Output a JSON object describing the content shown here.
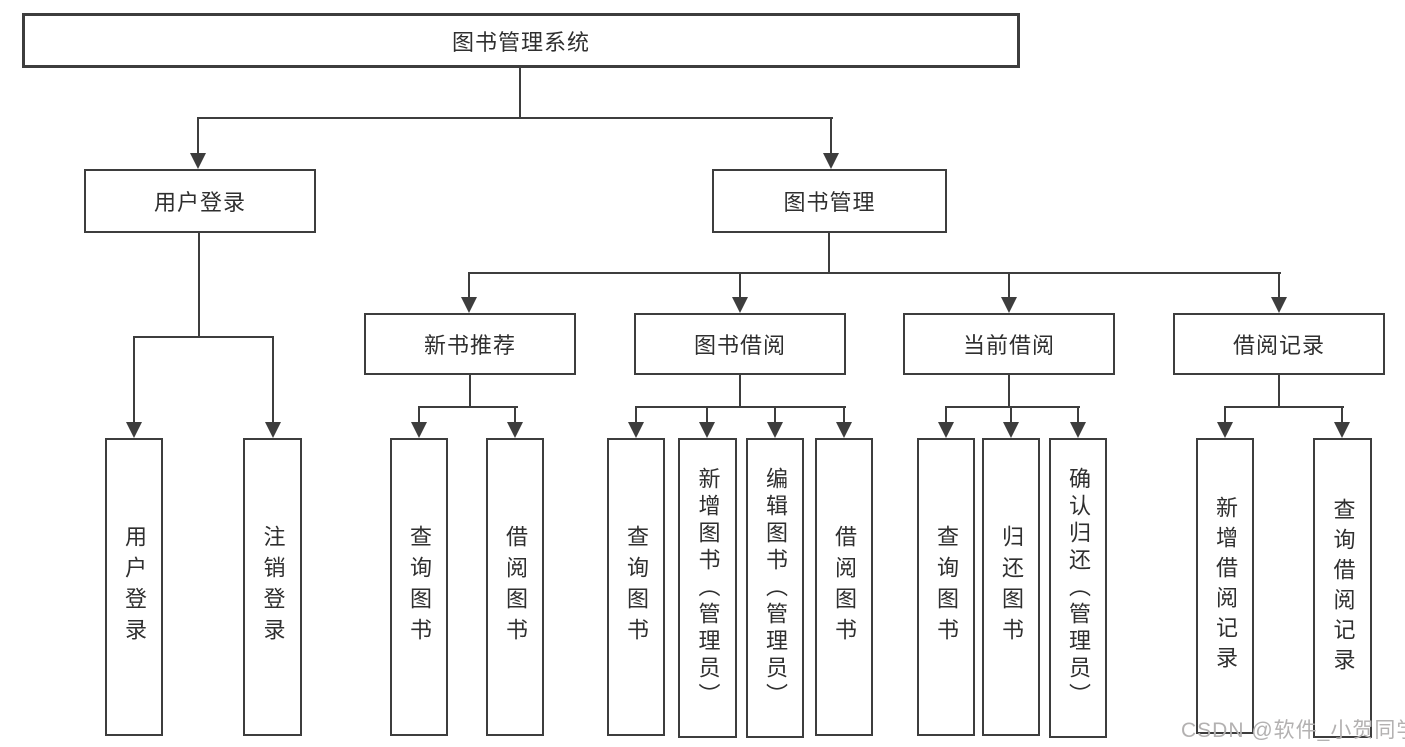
{
  "diagram_type": "hierarchy-tree",
  "colors": {
    "line": "#3d3d3d",
    "box_border": "#3d3d3d",
    "text": "#2f2f2f",
    "background": "#ffffff",
    "watermark": "#b3b1b1"
  },
  "tree": {
    "label": "图书管理系统",
    "children": [
      {
        "label": "用户登录",
        "children": [
          {
            "label": "用户登录"
          },
          {
            "label": "注销登录"
          }
        ]
      },
      {
        "label": "图书管理",
        "children": [
          {
            "label": "新书推荐",
            "children": [
              {
                "label": "查询图书"
              },
              {
                "label": "借阅图书"
              }
            ]
          },
          {
            "label": "图书借阅",
            "children": [
              {
                "label": "查询图书"
              },
              {
                "label": "新增图书（管理员）"
              },
              {
                "label": "编辑图书（管理员）"
              },
              {
                "label": "借阅图书"
              }
            ]
          },
          {
            "label": "当前借阅",
            "children": [
              {
                "label": "查询图书"
              },
              {
                "label": "归还图书"
              },
              {
                "label": "确认归还（管理员）"
              }
            ]
          },
          {
            "label": "借阅记录",
            "children": [
              {
                "label": "新增借阅记录"
              },
              {
                "label": "查询借阅记录"
              }
            ]
          }
        ]
      }
    ]
  },
  "watermark": {
    "text": "CSDN @软件_小贺同学"
  }
}
